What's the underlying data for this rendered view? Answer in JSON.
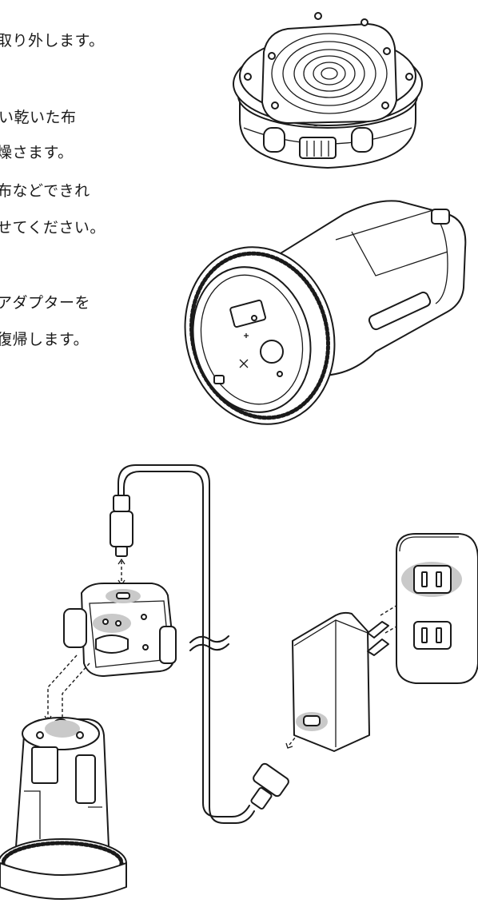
{
  "text_lines": [
    "取り外します。",
    "い乾いた布",
    "燥さます。",
    "布などできれ",
    "せてください。",
    "アダプターを",
    "復帰します。"
  ]
}
